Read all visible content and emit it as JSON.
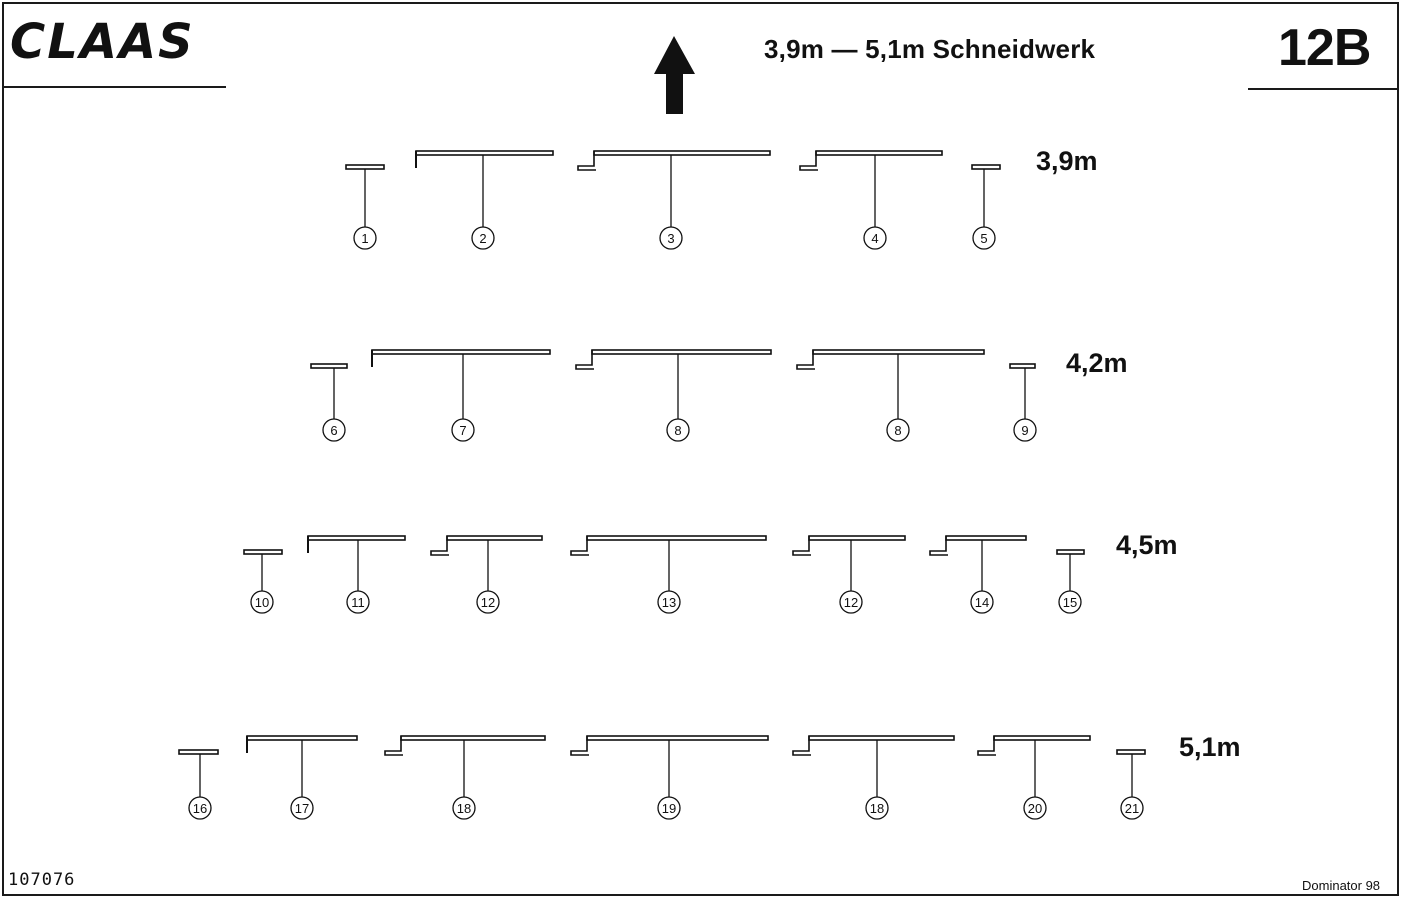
{
  "header": {
    "brand": "CLAAS",
    "title": "3,9m — 5,1m Schneidwerk",
    "page_number": "12B",
    "arrow_icon": "arrow-up-icon"
  },
  "rows": [
    {
      "label": "3,9m",
      "parts": [
        {
          "type": "cap",
          "number": "1"
        },
        {
          "type": "end",
          "number": "2"
        },
        {
          "type": "step",
          "number": "3"
        },
        {
          "type": "step",
          "number": "4"
        },
        {
          "type": "cap",
          "number": "5"
        }
      ]
    },
    {
      "label": "4,2m",
      "parts": [
        {
          "type": "cap",
          "number": "6"
        },
        {
          "type": "end",
          "number": "7"
        },
        {
          "type": "step",
          "number": "8"
        },
        {
          "type": "step",
          "number": "8"
        },
        {
          "type": "cap",
          "number": "9"
        }
      ]
    },
    {
      "label": "4,5m",
      "parts": [
        {
          "type": "cap",
          "number": "10"
        },
        {
          "type": "end",
          "number": "11"
        },
        {
          "type": "step",
          "number": "12"
        },
        {
          "type": "step",
          "number": "13"
        },
        {
          "type": "step",
          "number": "12"
        },
        {
          "type": "step",
          "number": "14"
        },
        {
          "type": "cap",
          "number": "15"
        }
      ]
    },
    {
      "label": "5,1m",
      "parts": [
        {
          "type": "cap",
          "number": "16"
        },
        {
          "type": "end",
          "number": "17"
        },
        {
          "type": "step",
          "number": "18"
        },
        {
          "type": "step",
          "number": "19"
        },
        {
          "type": "step",
          "number": "18"
        },
        {
          "type": "step",
          "number": "20"
        },
        {
          "type": "cap",
          "number": "21"
        }
      ]
    }
  ],
  "footer": {
    "document_number": "107076",
    "model": "Dominator 98"
  }
}
